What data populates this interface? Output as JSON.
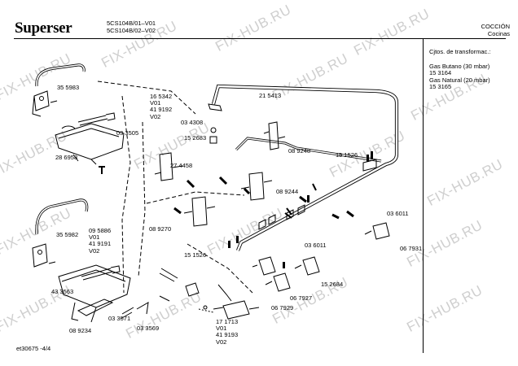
{
  "header": {
    "brand": "Superser",
    "model_1": "5CS104B/01–V01",
    "model_2": "5CS104B/02–V02",
    "section_1": "COCCIÓN",
    "section_2": "Cocinas"
  },
  "side_notes": {
    "title": "Cjtos. de transformac.:",
    "butano_label": "Gas Butano (30 mbar)",
    "butano_code": "15 3164",
    "natural_label": "Gas Natural (20 mbar)",
    "natural_code": "15 3165"
  },
  "footer": "et30675 -4/4",
  "watermark": "FIX-HUB.RU",
  "part_labels": {
    "p355983": "35 5983",
    "p165342": "16 5342",
    "v01_a": "V01",
    "p419192": "41 9192",
    "v02_a": "V02",
    "p215413": "21 5413",
    "p034308": "03 4308",
    "p152683": "15 2683",
    "p033505": "03 3505",
    "p286958": "28 6958",
    "p274458": "27 4458",
    "p089248": "08 9248",
    "p151526_a": "15 1526",
    "p089244": "08 9244",
    "p036011_a": "03 6011",
    "p089270": "08 9270",
    "p355982": "35 5982",
    "p095886": "09 5886",
    "v01_b": "V01",
    "p419191": "41 9191",
    "v02_b": "V02",
    "p151526_b": "15 1526",
    "p036011_b": "03 6011",
    "p067931": "06 7931",
    "p152684": "15 2684",
    "p433563": "43 3563",
    "p067927": "06 7927",
    "p067929": "06 7929",
    "p033571": "03 3571",
    "p033569": "03 3569",
    "p089234": "08 9234",
    "p171713": "17 1713",
    "v01_c": "V01",
    "p419193": "41 9193",
    "v02_c": "V02"
  }
}
